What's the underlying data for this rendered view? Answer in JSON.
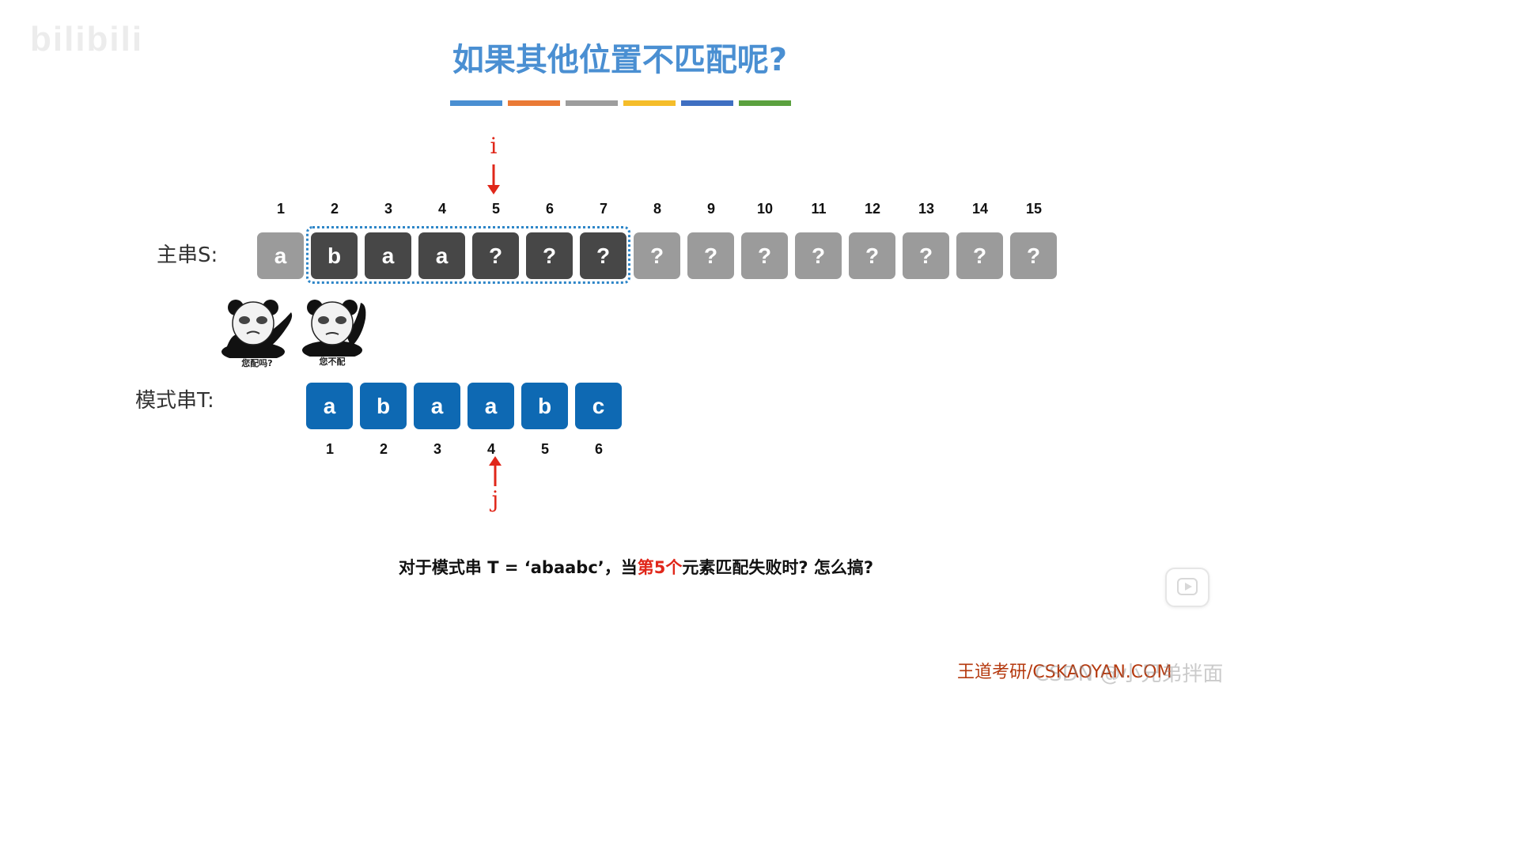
{
  "watermark_top": "bilibili",
  "title": "如果其他位置不匹配呢?",
  "title_bar_colors": [
    "#4a8fd2",
    "#ea7a36",
    "#9d9d9d",
    "#f5bd2a",
    "#3f6fc2",
    "#5ba13f"
  ],
  "pointer_i": "i",
  "pointer_j": "j",
  "main_string": {
    "label": "主串S:",
    "indices": [
      "1",
      "2",
      "3",
      "4",
      "5",
      "6",
      "7",
      "8",
      "9",
      "10",
      "11",
      "12",
      "13",
      "14",
      "15"
    ],
    "chars": [
      "a",
      "b",
      "a",
      "a",
      "?",
      "?",
      "?",
      "?",
      "?",
      "?",
      "?",
      "?",
      "?",
      "?",
      "?"
    ],
    "styles": [
      "light",
      "dark",
      "dark",
      "dark",
      "dark",
      "dark",
      "dark",
      "light",
      "light",
      "light",
      "light",
      "light",
      "light",
      "light",
      "light"
    ]
  },
  "memes": [
    {
      "caption": "您配吗?"
    },
    {
      "caption": "您不配"
    }
  ],
  "pattern_string": {
    "label": "模式串T:",
    "chars": [
      "a",
      "b",
      "a",
      "a",
      "b",
      "c"
    ],
    "indices": [
      "1",
      "2",
      "3",
      "4",
      "5",
      "6"
    ]
  },
  "question": {
    "prefix": "对于模式串 T = ‘abaabc’，当",
    "highlight": "第5个",
    "suffix": "元素匹配失败时? 怎么搞?"
  },
  "brand": "王道考研/CSKAOYAN.COM",
  "watermark_bottom": "CSDN @小兄弟拌面"
}
